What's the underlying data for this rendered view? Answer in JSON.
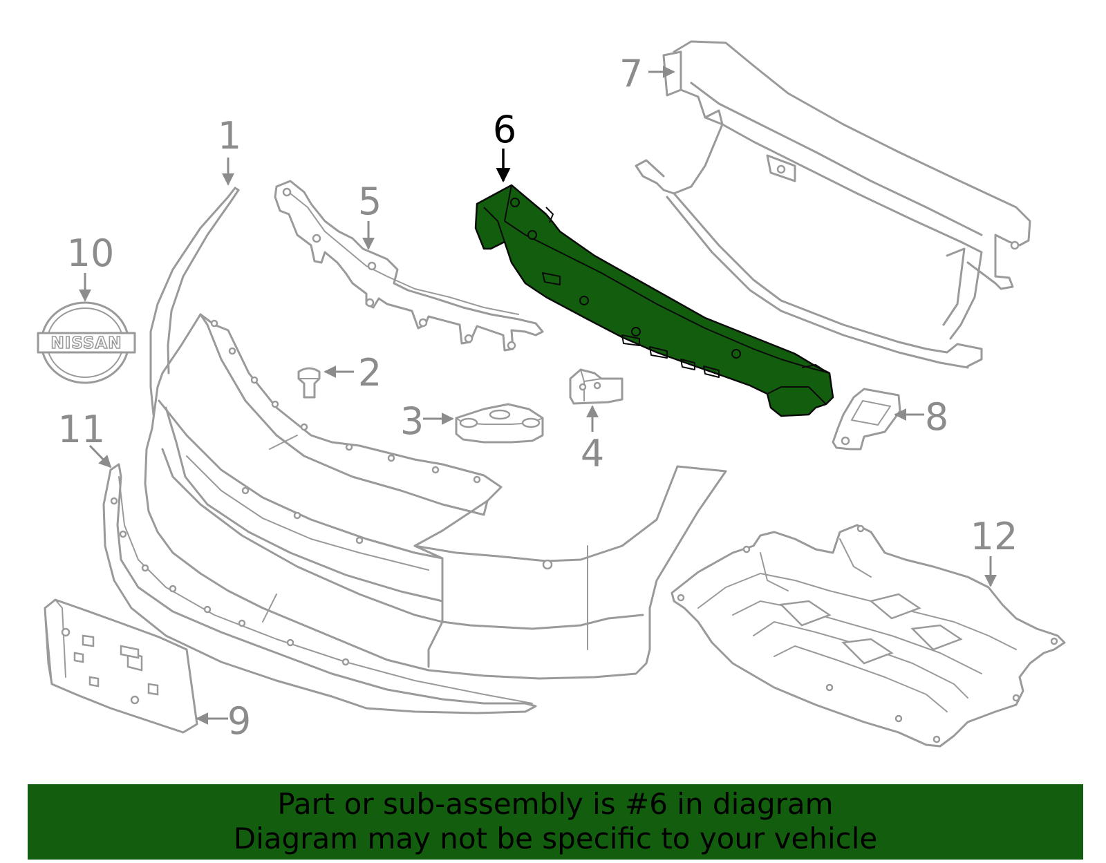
{
  "highlight_color": "#135e0e",
  "callouts": {
    "c1": "1",
    "c2": "2",
    "c3": "3",
    "c4": "4",
    "c5": "5",
    "c6": "6",
    "c7": "7",
    "c8": "8",
    "c9": "9",
    "c10": "10",
    "c11": "11",
    "c12": "12"
  },
  "logo_text": "NISSAN",
  "banner": {
    "line1": "Part or sub-assembly is #6 in diagram",
    "line2": "Diagram may not be specific to your vehicle"
  }
}
